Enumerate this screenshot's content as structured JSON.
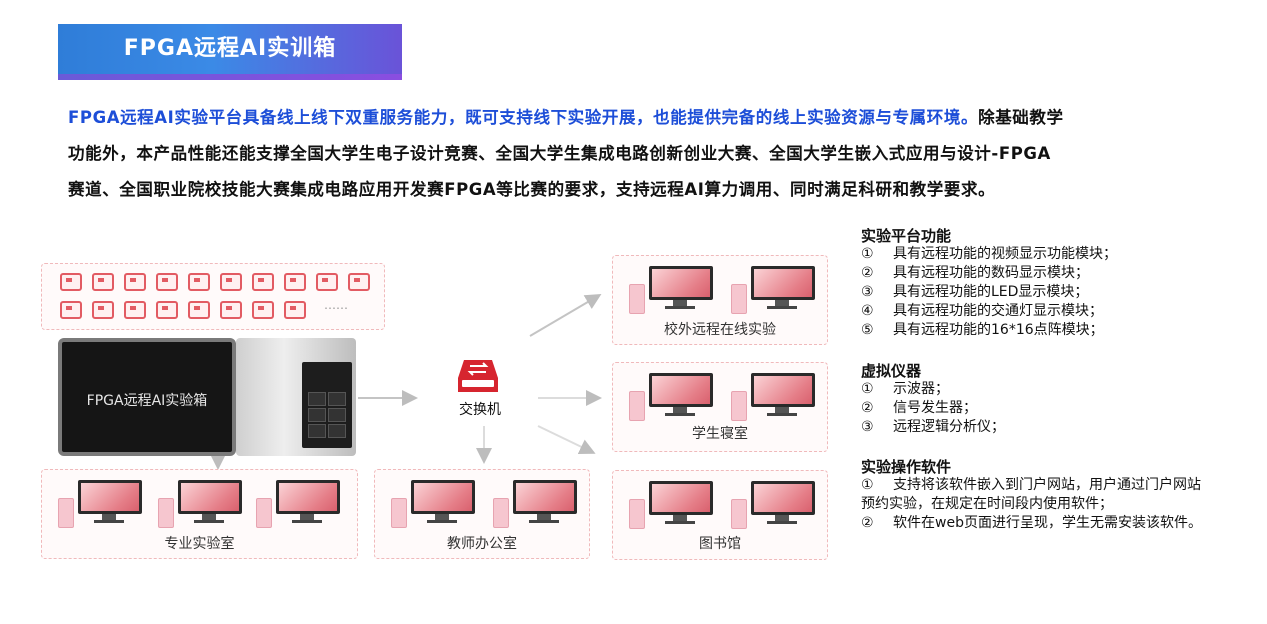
{
  "banner": {
    "title": "FPGA远程AI实训箱"
  },
  "intro": {
    "highlight": "FPGA远程AI实验平台具备线上线下双重服务能力，既可支持线下实验开展，也能提供完备的线上实验资源与专属环境。",
    "line1_rest": "除基础教学",
    "line2": "功能外，本产品性能还能支撑全国大学生电子设计竞赛、全国大学生集成电路创新创业大赛、全国大学生嵌入式应用与设计-FPGA",
    "line3": "赛道、全国职业院校技能大赛集成电路应用开发赛FPGA等比赛的要求，支持远程AI算力调用、同时满足科研和教学要求。"
  },
  "diagram": {
    "ellipsis": "……",
    "case_label": "FPGA远程AI实验箱",
    "switch_label": "交换机",
    "boxes": {
      "remote": "校外远程在线实验",
      "dorm": "学生寝室",
      "lab": "专业实验室",
      "office": "教师办公室",
      "library": "图书馆"
    },
    "colors": {
      "accent": "#e25b63",
      "blue": "#1d4ed8"
    }
  },
  "features": {
    "platform": {
      "title": "实验平台功能",
      "items": [
        {
          "num": "①",
          "text": "具有远程功能的视频显示功能模块；"
        },
        {
          "num": "②",
          "text": "具有远程功能的数码显示模块；"
        },
        {
          "num": "③",
          "text": "具有远程功能的LED显示模块；"
        },
        {
          "num": "④",
          "text": "具有远程功能的交通灯显示模块；"
        },
        {
          "num": "⑤",
          "text": "具有远程功能的16*16点阵模块；"
        }
      ]
    },
    "instruments": {
      "title": "虚拟仪器",
      "items": [
        {
          "num": "①",
          "text": "示波器；"
        },
        {
          "num": "②",
          "text": "信号发生器；"
        },
        {
          "num": "③",
          "text": "远程逻辑分析仪；"
        }
      ]
    },
    "software": {
      "title": "实验操作软件",
      "item1_line1": "支持将该软件嵌入到门户网站，用户通过门户网站",
      "item1_line2": "预约实验，在规定在时间段内使用软件；",
      "item2": "软件在web页面进行呈现，学生无需安装该软件。",
      "num1": "①",
      "num2": "②"
    }
  }
}
